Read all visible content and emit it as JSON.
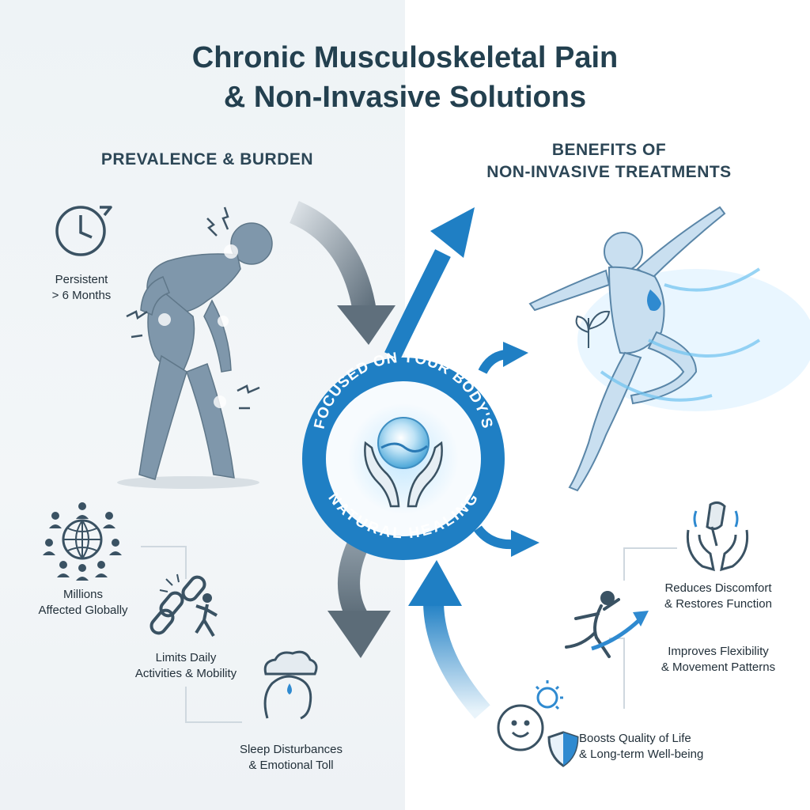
{
  "title_line1": "Chronic Musculoskeletal Pain",
  "title_line2": "& Non-Invasive Solutions",
  "left": {
    "heading": "PREVALENCE & BURDEN",
    "items": [
      {
        "line1": "Persistent",
        "line2": "> 6 Months",
        "icon": "clock-icon"
      },
      {
        "line1": "Millions",
        "line2": "Affected Globally",
        "icon": "globe-people-icon"
      },
      {
        "line1": "Limits Daily",
        "line2": "Activities & Mobility",
        "icon": "broken-chain-icon"
      },
      {
        "line1": "Sleep Disturbances",
        "line2": "& Emotional Toll",
        "icon": "rain-cloud-head-icon"
      }
    ]
  },
  "right": {
    "heading_line1": "BENEFITS OF",
    "heading_line2": "NON-INVASIVE TREATMENTS",
    "items": [
      {
        "line1": "Reduces Discomfort",
        "line2": "& Restores Function",
        "icon": "hands-joint-icon"
      },
      {
        "line1": "Improves Flexibility",
        "line2": "& Movement Patterns",
        "icon": "runner-arrow-icon"
      },
      {
        "line1": "Boosts Quality of Life",
        "line2": "& Long-term Well-being",
        "icon": "smile-sun-shield-icon"
      }
    ]
  },
  "center": {
    "arc_top": "FOCUSED ON YOUR BODY'S",
    "arc_bottom": "NATURAL HEALING",
    "icon": "hands-water-orb-icon"
  },
  "colors": {
    "title": "#23404f",
    "accent_blue": "#1f7fc4",
    "gray_arrow": "#6b7b88",
    "figure_gray": "#7f97ab",
    "figure_light": "#c9dff0"
  }
}
